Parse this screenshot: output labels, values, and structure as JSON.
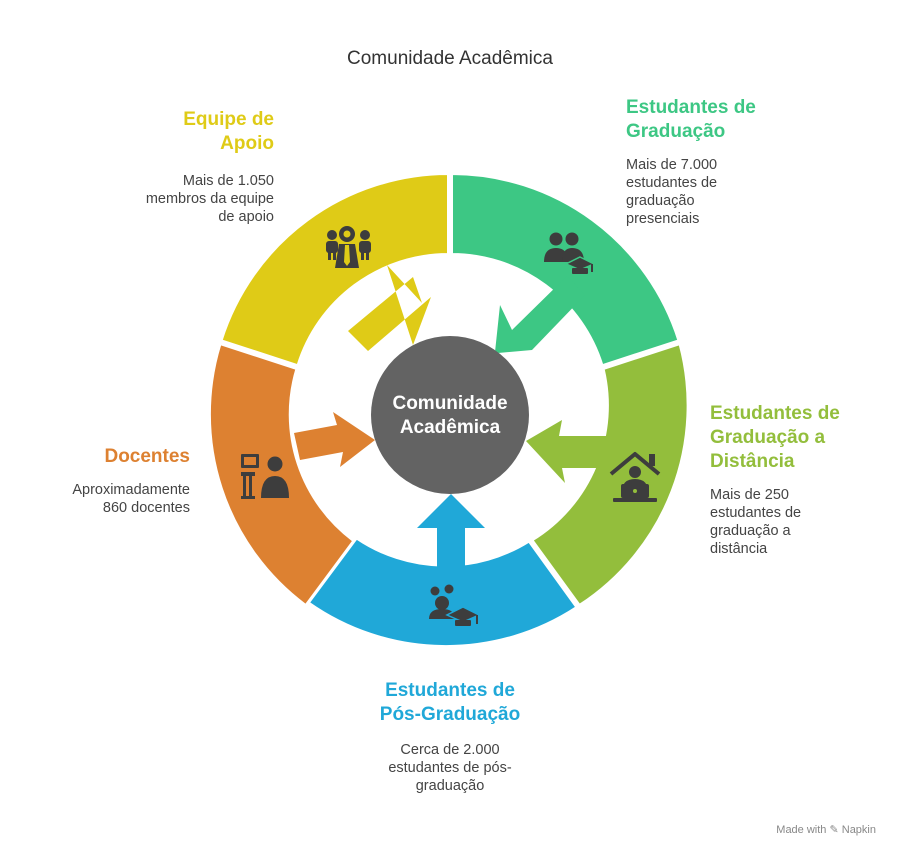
{
  "title": "Comunidade Acadêmica",
  "center_label": [
    "Comunidade",
    "Acadêmica"
  ],
  "colors": {
    "support": "#DFCB17",
    "undergrad": "#3DC784",
    "distance": "#93BE3C",
    "postgrad": "#20A8D8",
    "faculty": "#DD8131",
    "center": "#636363",
    "icon": "#3D3D3D"
  },
  "segments": {
    "support": {
      "title_lines": [
        "Equipe de",
        "Apoio"
      ],
      "desc_lines": [
        "Mais de 1.050",
        "membros da equipe",
        "de apoio"
      ],
      "icon": "support-team-icon"
    },
    "undergrad": {
      "title_lines": [
        "Estudantes de",
        "Graduação"
      ],
      "desc_lines": [
        "Mais de 7.000",
        "estudantes de",
        "graduação",
        "presenciais"
      ],
      "icon": "graduation-students-icon"
    },
    "distance": {
      "title_lines": [
        "Estudantes de",
        "Graduação a",
        "Distância"
      ],
      "desc_lines": [
        "Mais de 250",
        "estudantes de",
        "graduação a",
        "distância"
      ],
      "icon": "home-study-icon"
    },
    "postgrad": {
      "title_lines": [
        "Estudantes de",
        "Pós-Graduação"
      ],
      "desc_lines": [
        "Cerca de 2.000",
        "estudantes de pós-",
        "graduação"
      ],
      "icon": "postgrad-student-icon"
    },
    "faculty": {
      "title_lines": [
        "Docentes"
      ],
      "desc_lines": [
        "Aproximadamente",
        "860 docentes"
      ],
      "icon": "teacher-icon"
    }
  },
  "footer": "Made with ✎ Napkin"
}
